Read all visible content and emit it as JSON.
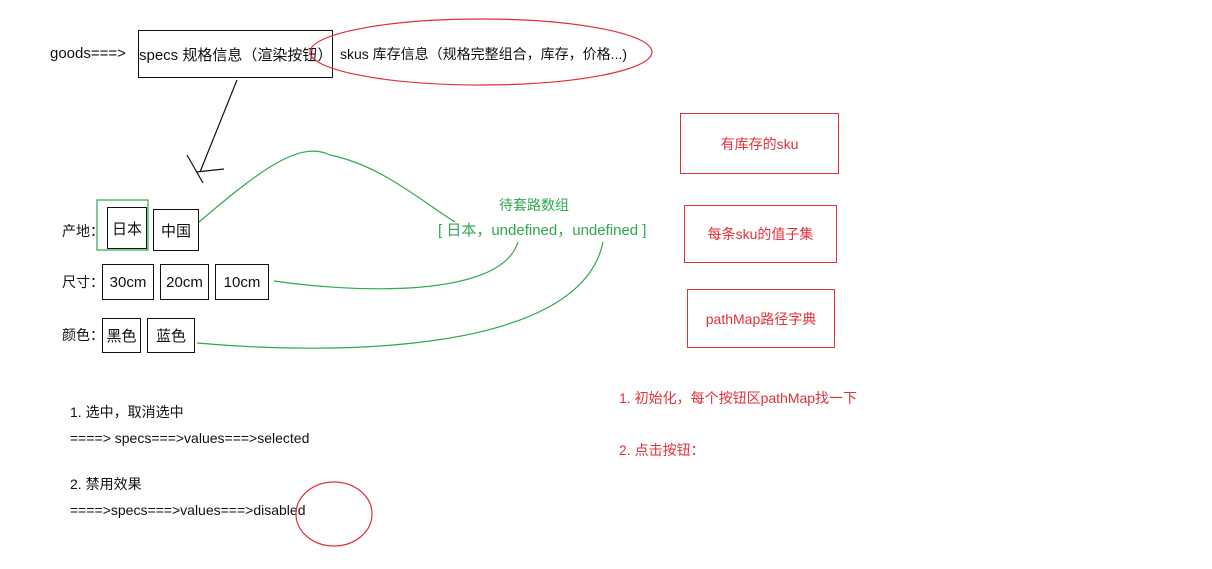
{
  "header": {
    "goods_prefix": "goods===>",
    "specs_label": "specs 规格信息（渲染按钮）",
    "skus_label": "skus 库存信息（规格完整组合，库存，价格...)"
  },
  "specs": {
    "origin_label": "产地：",
    "origin_values": [
      "日本",
      "中国"
    ],
    "size_label": "尺寸：",
    "size_values": [
      "30cm",
      "20cm",
      "10cm"
    ],
    "color_label": "颜色：",
    "color_values": [
      "黑色",
      "蓝色"
    ]
  },
  "path_array": {
    "title": "待套路数组",
    "value": "[ 日本，undefined，undefined   ]"
  },
  "legend": {
    "stock_sku": "有库存的sku",
    "sku_values": "每条sku的值子集",
    "pathmap": "pathMap路径字典"
  },
  "steps_left": {
    "step1_title": "1. 选中，取消选中",
    "step1_code": "====> specs===>values===>selected",
    "step2_title": "2. 禁用效果",
    "step2_code": "====>specs===>values===>disabled"
  },
  "steps_right": {
    "step1": "1. 初始化，每个按钮区pathMap找一下",
    "step2": "2. 点击按钮："
  },
  "colors": {
    "red": "#e0303a",
    "green": "#2fa84f",
    "black": "#111111"
  }
}
